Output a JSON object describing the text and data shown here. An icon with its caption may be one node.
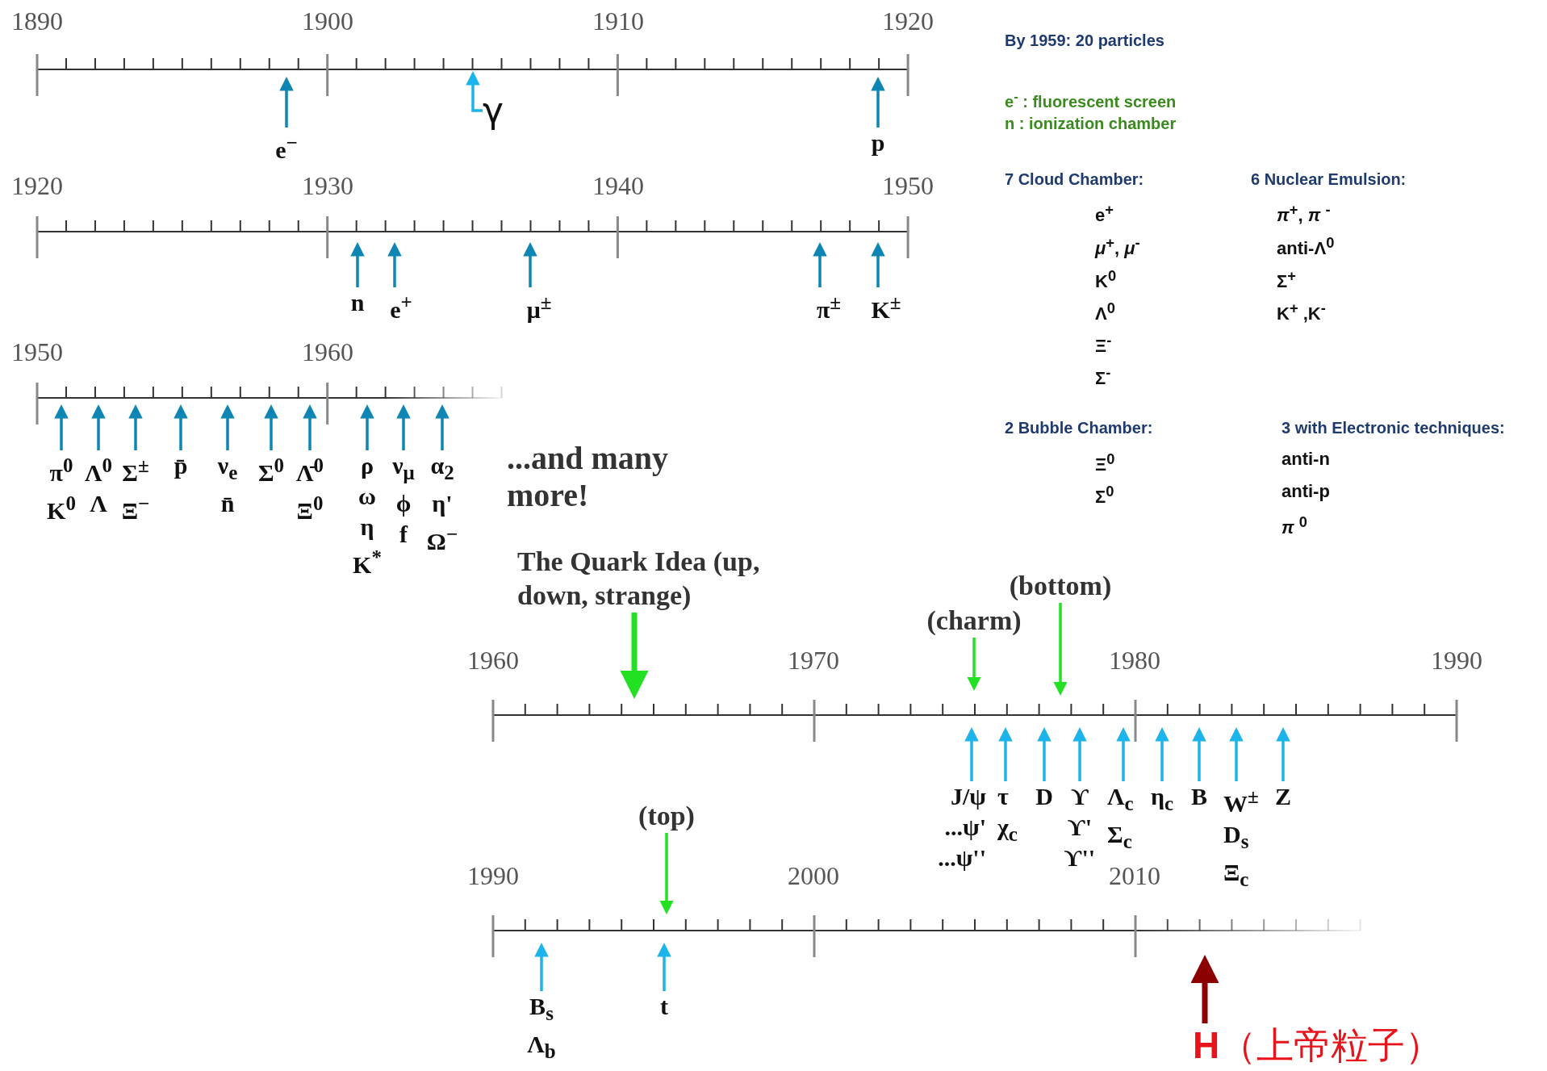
{
  "diagram": {
    "nodes": [
      {
        "text": [
          "e$^{−}$"
        ]
      },
      {
        "text": [
          "γ"
        ]
      },
      {
        "text": [
          "p"
        ]
      },
      {
        "text": [
          "n"
        ]
      },
      {
        "text": [
          "e$^{+}$"
        ]
      },
      {
        "text": [
          "μ$^{±}$"
        ]
      },
      {
        "text": [
          "π$^{±}$"
        ]
      },
      {
        "text": [
          "K$^{±}$"
        ]
      },
      {
        "text": [
          "π$^{0}$",
          "K$^{0}$"
        ]
      },
      {
        "text": [
          "Λ$^{0}$",
          "Λ"
        ]
      },
      {
        "text": [
          "Σ$^{±}$",
          "Ξ$^{−}$"
        ]
      },
      {
        "text": [
          "p̄"
        ]
      },
      {
        "text": [
          "ν$_{e}$",
          "n̄"
        ]
      },
      {
        "text": [
          "Σ$^{0}$"
        ]
      },
      {
        "text": [
          "Λ̄$^{0}$",
          "Ξ$^{0}$"
        ]
      },
      {
        "text": [
          "ρ",
          "ω",
          "η",
          "K$^{*}$"
        ]
      },
      {
        "text": [
          "ν$_{μ}$",
          "ϕ",
          "f"
        ]
      },
      {
        "text": [
          "α$_{2}$",
          "η'",
          "Ω$^{−}$"
        ]
      },
      {
        "text": [
          "The Quark Idea (up, down, strange)"
        ]
      },
      {
        "text": [
          "(charm)"
        ]
      },
      {
        "text": [
          "(bottom)"
        ]
      },
      {
        "text": [
          "J/ψ",
          "...ψ'",
          "...ψ''"
        ]
      },
      {
        "text": [
          "τ",
          "χ$_{c}$"
        ]
      },
      {
        "text": [
          "D"
        ]
      },
      {
        "text": [
          "ϒ",
          "ϒ'",
          "ϒ''"
        ]
      },
      {
        "text": [
          "Λ$_{c}$",
          "Σ$_{c}$"
        ]
      },
      {
        "text": [
          "η$_{c}$"
        ]
      },
      {
        "text": [
          "B"
        ]
      },
      {
        "text": [
          "W$^{±}$",
          "D$_{s}$",
          "Ξ$_{c}$"
        ]
      },
      {
        "text": [
          "Z"
        ]
      },
      {
        "text": [
          "(top)"
        ]
      },
      {
        "text": [
          "B$_{s}$",
          "Λ$_{b}$"
        ]
      },
      {
        "text": [
          "t"
        ]
      },
      {
        "text": [
          "**H**（上帝粒子）"
        ]
      }
    ],
    "edges": [
      {
        "from": 0,
        "to": null,
        "arrow": "to"
      },
      {
        "from": 1,
        "to": null,
        "arrow": "to",
        "color": "#1cb4ea"
      },
      {
        "from": 2,
        "to": null,
        "arrow": "to"
      },
      {
        "from": 3,
        "to": null,
        "arrow": "to"
      },
      {
        "from": 4,
        "to": null,
        "arrow": "to"
      },
      {
        "from": 5,
        "to": null,
        "arrow": "to"
      },
      {
        "from": 6,
        "to": null,
        "arrow": "to"
      },
      {
        "from": 7,
        "to": null,
        "arrow": "to"
      },
      {
        "from": 8,
        "to": null,
        "arrow": "to"
      },
      {
        "from": 9,
        "to": null,
        "arrow": "to"
      },
      {
        "from": 10,
        "to": null,
        "arrow": "to"
      },
      {
        "from": 11,
        "to": null,
        "arrow": "to"
      },
      {
        "from": 12,
        "to": null,
        "arrow": "to"
      },
      {
        "from": 13,
        "to": null,
        "arrow": "to"
      },
      {
        "from": 14,
        "to": null,
        "arrow": "to"
      },
      {
        "from": 15,
        "to": null,
        "arrow": "to"
      },
      {
        "from": 16,
        "to": null,
        "arrow": "to"
      },
      {
        "from": 17,
        "to": null,
        "arrow": "to"
      },
      {
        "from": 18,
        "to": null,
        "arrow": "to",
        "style": "thick",
        "color": "#22e022"
      },
      {
        "from": 19,
        "to": null,
        "arrow": "to",
        "color": "#22e022"
      },
      {
        "from": 20,
        "to": null,
        "arrow": "to",
        "color": "#22e022"
      },
      {
        "from": 21,
        "to": null,
        "arrow": "to",
        "color": "#1cb4ea"
      },
      {
        "from": 22,
        "to": null,
        "arrow": "to",
        "color": "#1cb4ea"
      },
      {
        "from": 23,
        "to": null,
        "arrow": "to",
        "color": "#1cb4ea"
      },
      {
        "from": 24,
        "to": null,
        "arrow": "to",
        "color": "#1cb4ea"
      },
      {
        "from": 25,
        "to": null,
        "arrow": "to",
        "color": "#1cb4ea"
      },
      {
        "from": 26,
        "to": null,
        "arrow": "to",
        "color": "#1cb4ea"
      },
      {
        "from": 27,
        "to": null,
        "arrow": "to",
        "color": "#1cb4ea"
      },
      {
        "from": 28,
        "to": null,
        "arrow": "to",
        "color": "#1cb4ea"
      },
      {
        "from": 29,
        "to": null,
        "arrow": "to",
        "color": "#1cb4ea"
      },
      {
        "from": 30,
        "to": null,
        "arrow": "to",
        "color": "#22e022"
      },
      {
        "from": 31,
        "to": null,
        "arrow": "to",
        "color": "#1cb4ea"
      },
      {
        "from": 32,
        "to": null,
        "arrow": "to",
        "color": "#1cb4ea"
      },
      {
        "from": 33,
        "to": null,
        "arrow": "to",
        "style": "thick",
        "color": "#8b0000"
      }
    ],
    "labels": [
      "1890",
      "1900",
      "1910",
      "1920",
      "1920",
      "1930",
      "1940",
      "1950",
      "1950",
      "1960",
      "By 1959: 20 particles",
      "e$^{-}$ :  fluorescent screen",
      "n :  ionization chamber",
      "7 Cloud Chamber:",
      "6 Nuclear Emulsion:",
      "e$^{+}$",
      "*π*$^{+}$, *π* $^{-}$",
      "*μ*$^{+}$, *μ*$^{-}$",
      "anti-Λ$^{0}$",
      "K$^{0}$",
      "Σ$^{+}$",
      "Λ$^{0}$",
      "K$^{+}$ ,K$^{-}$",
      "Ξ$^{-}$",
      "Σ$^{-}$",
      "2 Bubble Chamber:",
      "3 with Electronic techniques:",
      "Ξ$^{0}$",
      "anti-n",
      "Σ$^{0}$",
      "anti-p",
      "*π* $^{0}$",
      "...and many more!",
      "1960",
      "1970",
      "1980",
      "1990",
      "1990",
      "2000",
      "2010"
    ]
  }
}
